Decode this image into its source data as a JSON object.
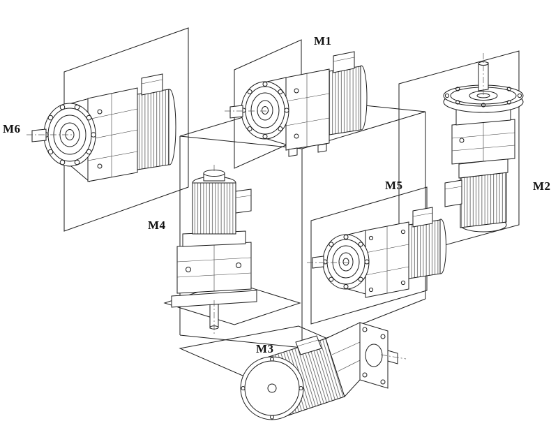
{
  "colors": {
    "line": "#1b1b1b",
    "background": "#ffffff"
  },
  "positions": [
    {
      "label": "M1"
    },
    {
      "label": "M2"
    },
    {
      "label": "M3"
    },
    {
      "label": "M4"
    },
    {
      "label": "M5"
    },
    {
      "label": "M6"
    }
  ]
}
